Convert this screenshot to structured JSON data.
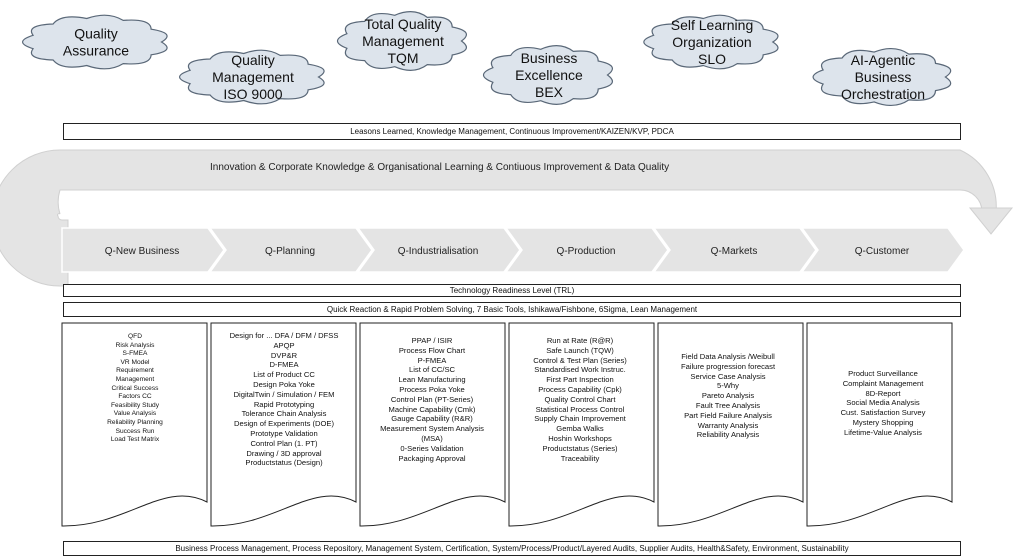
{
  "clouds": [
    {
      "lines": [
        "Quality",
        "Assurance"
      ]
    },
    {
      "lines": [
        "Quality",
        "Management",
        "ISO 9000"
      ]
    },
    {
      "lines": [
        "Total Quality",
        "Management",
        "TQM"
      ]
    },
    {
      "lines": [
        "Business",
        "Excellence",
        "BEX"
      ]
    },
    {
      "lines": [
        "Self Learning",
        "Organization",
        "SLO"
      ]
    },
    {
      "lines": [
        "AI-Agentic",
        "Business",
        "Orchestration"
      ]
    }
  ],
  "top_bar": "Leasons Learned, Knowledge Management, Continuous Improvement/KAIZEN/KVP, PDCA",
  "loop_label": "Innovation & Corporate Knowledge & Organisational Learning & Contiuous Improvement & Data Quality",
  "phases": [
    "Q-New Business",
    "Q-Planning",
    "Q-Industrialisation",
    "Q-Production",
    "Q-Markets",
    "Q-Customer"
  ],
  "trl_bar": "Technology Readiness Level (TRL)",
  "reaction_bar": "Quick Reaction & Rapid Problem Solving, 7 Basic Tools, Ishikawa/Fishbone, 6Sigma, Lean Management",
  "columns": [
    {
      "items": [
        "QFD",
        "Risk Analysis",
        "S-FMEA",
        "VR Model",
        "Requirement",
        "Management",
        "Critical Success",
        "Factors CC",
        "Feasibility Study",
        "Value Analysis",
        "Reliability Planning",
        "Success Run",
        "Load Test Matrix"
      ]
    },
    {
      "items": [
        "Design for ... DFA / DFM / DFSS",
        "APQP",
        "DVP&R",
        "D-FMEA",
        "List of Product CC",
        "Design Poka Yoke",
        "DigitalTwin / Simulation / FEM",
        "Rapid Prototyping",
        "Tolerance Chain Analysis",
        "Design of Experiments (DOE)",
        "Prototype Validation",
        "Control Plan (1. PT)",
        "Drawing / 3D approval",
        "Productstatus (Design)"
      ]
    },
    {
      "items": [
        "PPAP / ISIR",
        "Process Flow Chart",
        "P-FMEA",
        "List of CC/SC",
        "Lean Manufacturing",
        "Process Poka Yoke",
        "Control Plan (PT-Series)",
        "Machine Capability (Cmk)",
        "Gauge Capability (R&R)",
        "Measurement System Analysis",
        "(MSA)",
        "0-Series Validation",
        "Packaging Approval"
      ]
    },
    {
      "items": [
        "Run at Rate (R@R)",
        "Safe Launch (TQW)",
        "Control & Test Plan (Series)",
        "Standardised Work Instruc.",
        "First Part Inspection",
        "Process Capability (Cpk)",
        "Quality Control Chart",
        "Statistical Process Control",
        "Supply Chain Improvement",
        "Gemba Walks",
        "Hoshin Workshops",
        "Productstatus (Series)",
        "Traceability"
      ]
    },
    {
      "items": [
        "Field Data Analysis /Weibull",
        "Failure progression forecast",
        "Service Case Analysis",
        "5-Why",
        "Pareto Analysis",
        "Fault Tree Analysis",
        "Part Field Failure Analysis",
        "Warranty Analysis",
        "Reliability Analysis"
      ]
    },
    {
      "items": [
        "Product Surveillance",
        "Complaint Management",
        "8D-Report",
        "Social Media Analysis",
        "Cust. Satisfaction Survey",
        "Mystery Shopping",
        "Lifetime-Value Analysis"
      ]
    }
  ],
  "bottom_bar": "Business Process Management, Process Repository, Management System, Certification, System/Process/Product/Layered Audits, Supplier Audits, Health&Safety, Environment, Sustainability",
  "colors": {
    "cloud_fill": "#dde4ec",
    "cloud_stroke": "#5a6878",
    "arrow_fill": "#e4e4e4",
    "arrow_stroke": "#cfcfcf"
  }
}
